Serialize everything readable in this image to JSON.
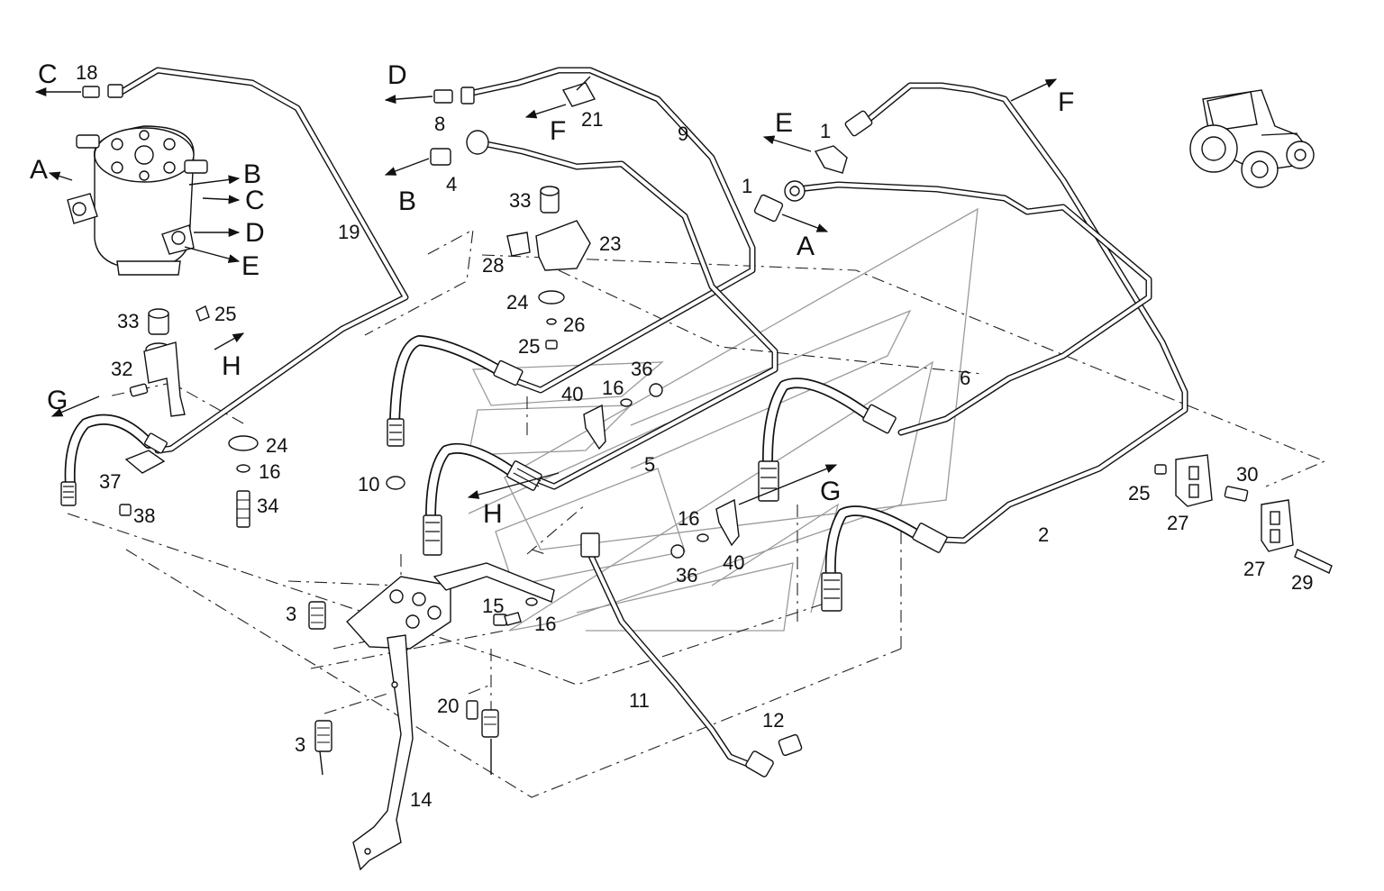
{
  "callouts": {
    "c1a": "1",
    "c1b": "1",
    "c2": "2",
    "c3a": "3",
    "c3b": "3",
    "c4": "4",
    "c5": "5",
    "c6": "6",
    "c8": "8",
    "c9": "9",
    "c10": "10",
    "c11": "11",
    "c12": "12",
    "c14": "14",
    "c15": "15",
    "c16a": "16",
    "c16b": "16",
    "c16c": "16",
    "c16d": "16",
    "c18": "18",
    "c19": "19",
    "c20": "20",
    "c21": "21",
    "c23": "23",
    "c24a": "24",
    "c24b": "24",
    "c25a": "25",
    "c25b": "25",
    "c25c": "25",
    "c26": "26",
    "c27a": "27",
    "c27b": "27",
    "c28": "28",
    "c29": "29",
    "c30": "30",
    "c32": "32",
    "c33a": "33",
    "c33b": "33",
    "c34": "34",
    "c36a": "36",
    "c36b": "36",
    "c37": "37",
    "c38": "38",
    "c40a": "40",
    "c40b": "40"
  },
  "connection_letters": {
    "pumpA": "A",
    "pumpB": "B",
    "pumpC": "C",
    "pumpD": "D",
    "pumpE": "E",
    "c18": "C",
    "d8": "D",
    "b4": "B",
    "f21": "F",
    "e1": "E",
    "a1": "A",
    "fTop": "F",
    "gLeft": "G",
    "hLeft": "H",
    "hMid": "H",
    "gMid": "G"
  }
}
